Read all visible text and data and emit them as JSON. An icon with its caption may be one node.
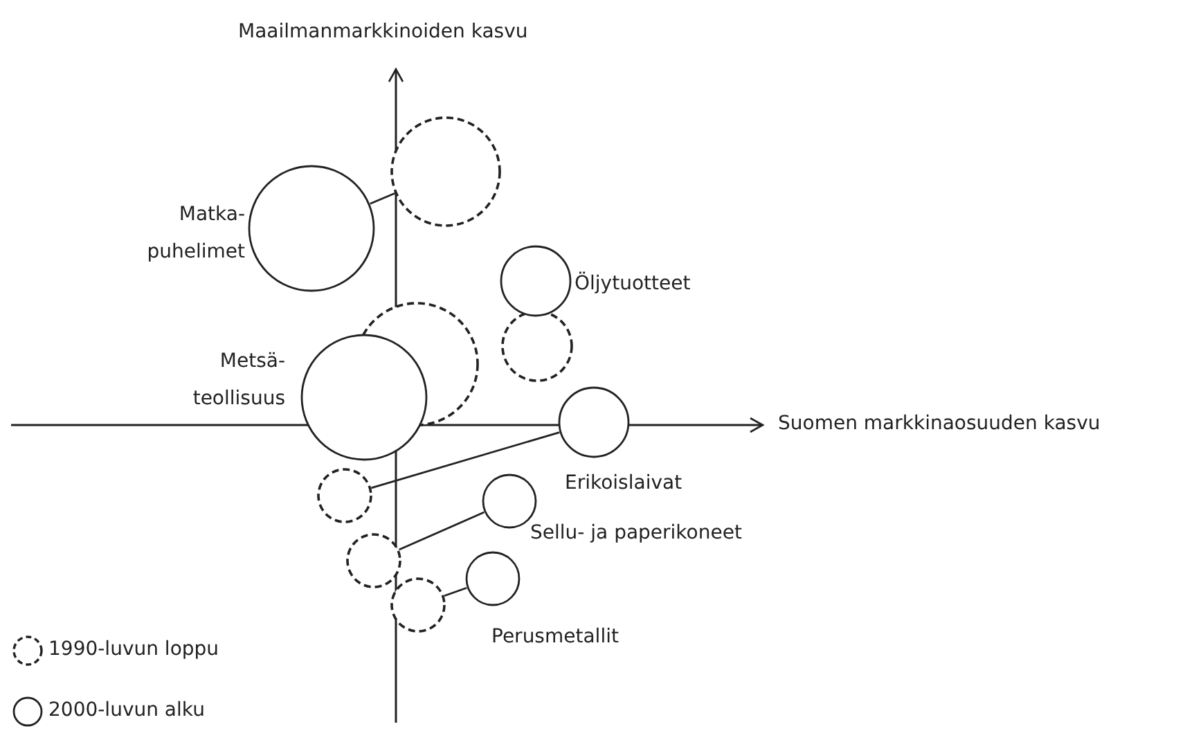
{
  "diagram": {
    "nodes": [
      {
        "text": [],
        "shape": "circle",
        "beside": [
          "Matka- puhelimet"
        ]
      },
      {
        "text": [],
        "shape": "circle"
      },
      {
        "text": [],
        "shape": "circle",
        "beside": [
          "Öljytuotteet"
        ]
      },
      {
        "text": [],
        "shape": "circle"
      },
      {
        "text": [],
        "shape": "circle",
        "beside": [
          "Metsä- teollisuus"
        ]
      },
      {
        "text": [],
        "shape": "circle"
      },
      {
        "text": [],
        "shape": "circle",
        "beside": [
          "Erikoislaivat"
        ]
      },
      {
        "text": [],
        "shape": "circle"
      },
      {
        "text": [],
        "shape": "circle",
        "beside": [
          "Sellu- ja paperikoneet"
        ]
      },
      {
        "text": [],
        "shape": "circle"
      },
      {
        "text": [],
        "shape": "circle",
        "beside": [
          "Perusmetallit"
        ]
      },
      {
        "text": [],
        "shape": "circle"
      }
    ],
    "edges": [
      {
        "from": 0,
        "to": 1,
        "arrow": "none"
      },
      {
        "from": 6,
        "to": 7,
        "arrow": "none"
      },
      {
        "from": 8,
        "to": 9,
        "arrow": "none"
      },
      {
        "from": 10,
        "to": 11,
        "arrow": "none"
      }
    ],
    "labels": [
      "Maailmanmarkkinoiden kasvu",
      "Suomen markkinaosuuden kasvu"
    ],
    "legend": [
      {
        "text": "1990-luvun loppu"
      },
      {
        "text": "2000-luvun alku"
      }
    ]
  }
}
